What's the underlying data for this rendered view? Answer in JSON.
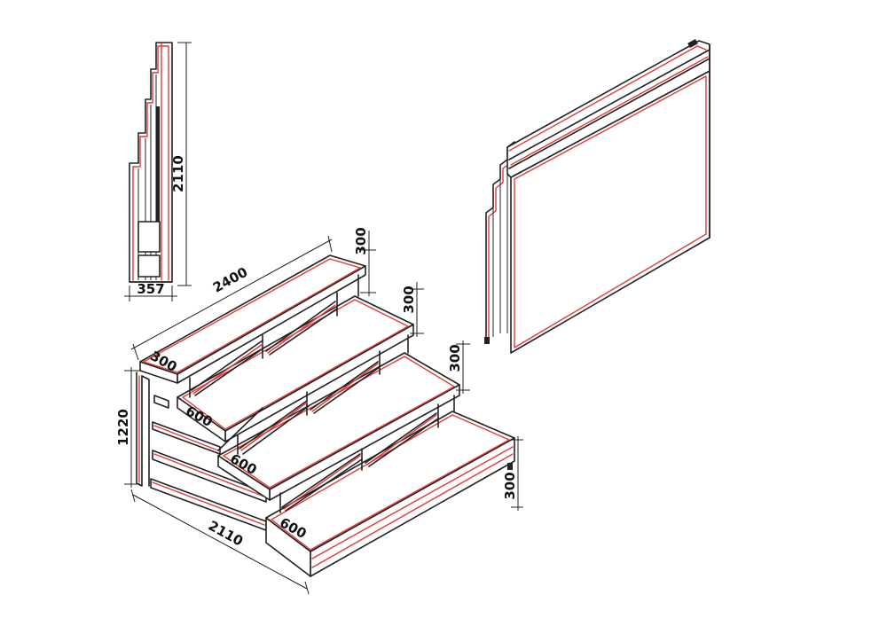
{
  "colors": {
    "outline": "#222222",
    "highlight": "#e03a3a",
    "background": "#ffffff"
  },
  "dimensions": {
    "folded_height": "2110",
    "folded_depth": "357",
    "stage_length": "2400",
    "step_rise_1": "300",
    "step_rise_2": "300",
    "step_rise_3": "300",
    "step_rise_front": "300",
    "top_tread_depth": "300",
    "tread_depth_1": "600",
    "tread_depth_2": "600",
    "tread_depth_3": "600",
    "total_height": "1220",
    "total_depth": "2110"
  }
}
